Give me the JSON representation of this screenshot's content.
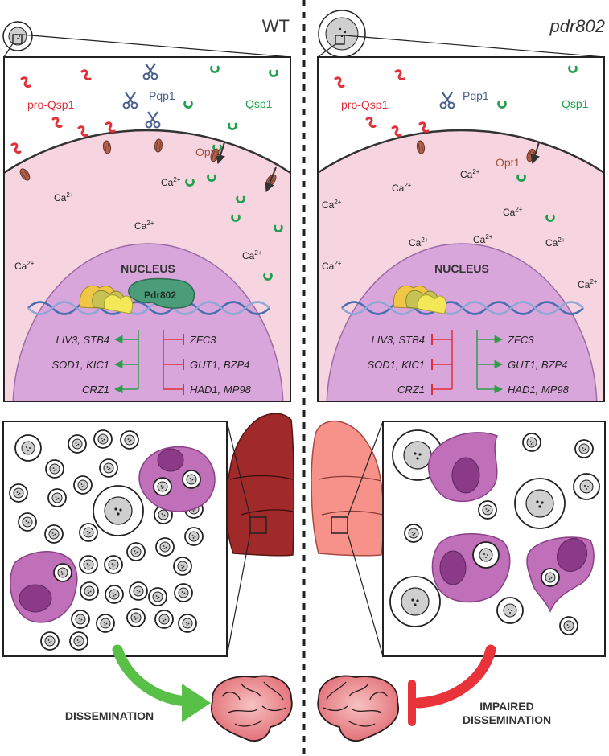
{
  "panels": {
    "left": {
      "title": "WT",
      "molecules": {
        "pro_qsp1": "pro-Qsp1",
        "pqp1": "Pqp1",
        "qsp1": "Qsp1",
        "opt1": "Opt1"
      },
      "calcium": {
        "base": "Ca",
        "sup": "2+"
      },
      "nucleus": "NUCLEUS",
      "factor": "Pdr802",
      "genes_left": [
        "LIV3, STB4",
        "SOD1, KIC1",
        "CRZ1"
      ],
      "genes_right": [
        "ZFC3",
        "GUT1, BZP4",
        "HAD1, MP98"
      ],
      "outcome": "DISSEMINATION"
    },
    "right": {
      "title": "pdr802",
      "molecules": {
        "pro_qsp1": "pro-Qsp1",
        "pqp1": "Pqp1",
        "qsp1": "Qsp1",
        "opt1": "Opt1"
      },
      "calcium": {
        "base": "Ca",
        "sup": "2+"
      },
      "nucleus": "NUCLEUS",
      "genes_left": [
        "LIV3, STB4",
        "SOD1, KIC1",
        "CRZ1"
      ],
      "genes_right": [
        "ZFC3",
        "GUT1, BZP4",
        "HAD1, MP98"
      ],
      "outcome_line1": "IMPAIRED",
      "outcome_line2": "DISSEMINATION"
    }
  },
  "colors": {
    "activate": "#2e9c4a",
    "repress": "#e0303a",
    "pro_qsp1": "#e0303a",
    "qsp1": "#1f9e4c",
    "pqp1": "#4a5f8e",
    "opt1": "#a0523d",
    "cytoplasm": "#f6d5e0",
    "nucleus": "#d9a6dc",
    "pdr802": "#4a9d78",
    "lung_wt": "#a02a2a",
    "lung_mut": "#f7928a",
    "macrophage": "#c070b8",
    "brain": "#e9757a",
    "arrow_green": "#58bf47",
    "arrow_red": "#e8333a"
  }
}
